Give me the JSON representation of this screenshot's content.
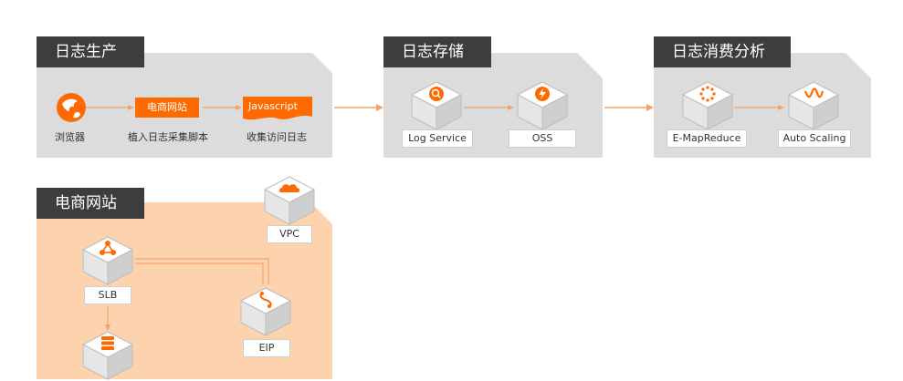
{
  "colors": {
    "accent": "#ff6a00",
    "panel_gray": "#dcdcdc",
    "panel_orange": "#fdd3ae",
    "tab_dark": "#3d3d3d"
  },
  "production": {
    "title": "日志生产",
    "browser_label": "浏览器",
    "site_button": "电商网站",
    "site_caption": "植入日志采集脚本",
    "script_button": "Javascript",
    "script_caption": "收集访问日志"
  },
  "storage": {
    "title": "日志存储",
    "items": [
      {
        "label": "Log Service",
        "icon": "log-service-icon"
      },
      {
        "label": "OSS",
        "icon": "oss-icon"
      }
    ]
  },
  "consumption": {
    "title": "日志消费分析",
    "items": [
      {
        "label": "E-MapReduce",
        "icon": "emapreduce-icon"
      },
      {
        "label": "Auto Scaling",
        "icon": "auto-scaling-icon"
      }
    ]
  },
  "website": {
    "title": "电商网站",
    "vpc_label": "VPC",
    "slb_label": "SLB",
    "eip_label": "EIP"
  }
}
